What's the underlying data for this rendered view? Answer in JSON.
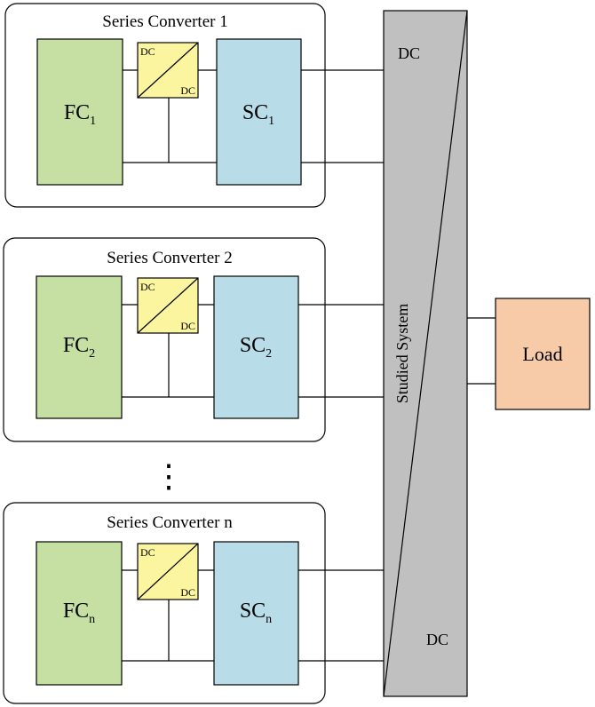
{
  "colors": {
    "fuel_cell": "#c6e0a4",
    "supercap": "#b8dce8",
    "dcdc": "#fbf5a0",
    "studied_system": "#c0c0c0",
    "load": "#f8cba8"
  },
  "converters": [
    {
      "title": "Series Converter 1",
      "fc_main": "FC",
      "fc_sub": "1",
      "sc_main": "SC",
      "sc_sub": "1",
      "dc_in": "DC",
      "dc_out": "DC"
    },
    {
      "title": "Series Converter 2",
      "fc_main": "FC",
      "fc_sub": "2",
      "sc_main": "SC",
      "sc_sub": "2",
      "dc_in": "DC",
      "dc_out": "DC"
    },
    {
      "title": "Series Converter n",
      "fc_main": "FC",
      "fc_sub": "n",
      "sc_main": "SC",
      "sc_sub": "n",
      "dc_in": "DC",
      "dc_out": "DC"
    }
  ],
  "ellipsis": "⋮",
  "system": {
    "label": "Studied System",
    "dc_top": "DC",
    "dc_bottom": "DC"
  },
  "load": {
    "label": "Load"
  }
}
